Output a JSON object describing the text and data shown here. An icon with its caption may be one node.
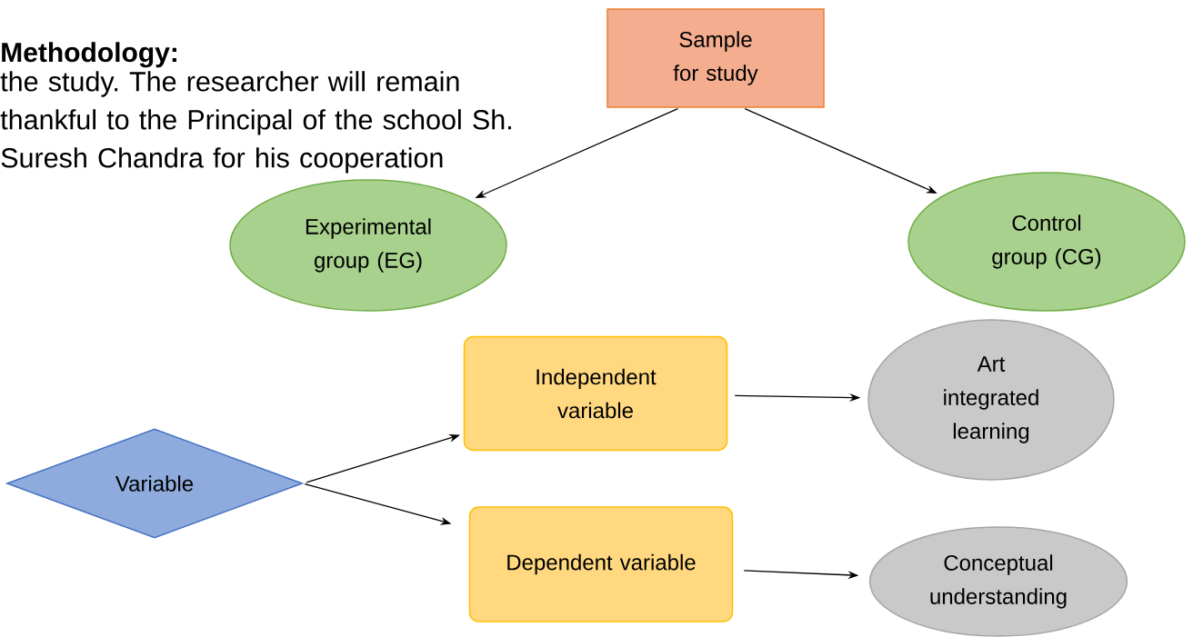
{
  "diagram": {
    "nodes": [
      {
        "text": [
          "Sample for study"
        ]
      },
      {
        "text": [
          "Experimental group (EG)"
        ]
      },
      {
        "text": [
          "Control group (CG)"
        ]
      },
      {
        "text": [
          "Variable"
        ]
      },
      {
        "text": [
          "Independent variable"
        ]
      },
      {
        "text": [
          "Art integrated learning"
        ]
      },
      {
        "text": [
          "Dependent variable"
        ]
      },
      {
        "text": [
          "Conceptual understanding"
        ]
      }
    ],
    "edges": [
      {
        "from": 0,
        "to": 1,
        "arrow": "to"
      },
      {
        "from": 0,
        "to": 2,
        "arrow": "to"
      },
      {
        "from": 3,
        "to": 4,
        "arrow": "to"
      },
      {
        "from": 3,
        "to": 6,
        "arrow": "to"
      },
      {
        "from": 4,
        "to": 5,
        "arrow": "to"
      },
      {
        "from": 6,
        "to": 7,
        "arrow": "to"
      }
    ],
    "labels": [
      "Methodology:",
      "the study. The researcher will remain thankful to the Principal of the school Sh. Suresh Chandra for his cooperation"
    ]
  }
}
